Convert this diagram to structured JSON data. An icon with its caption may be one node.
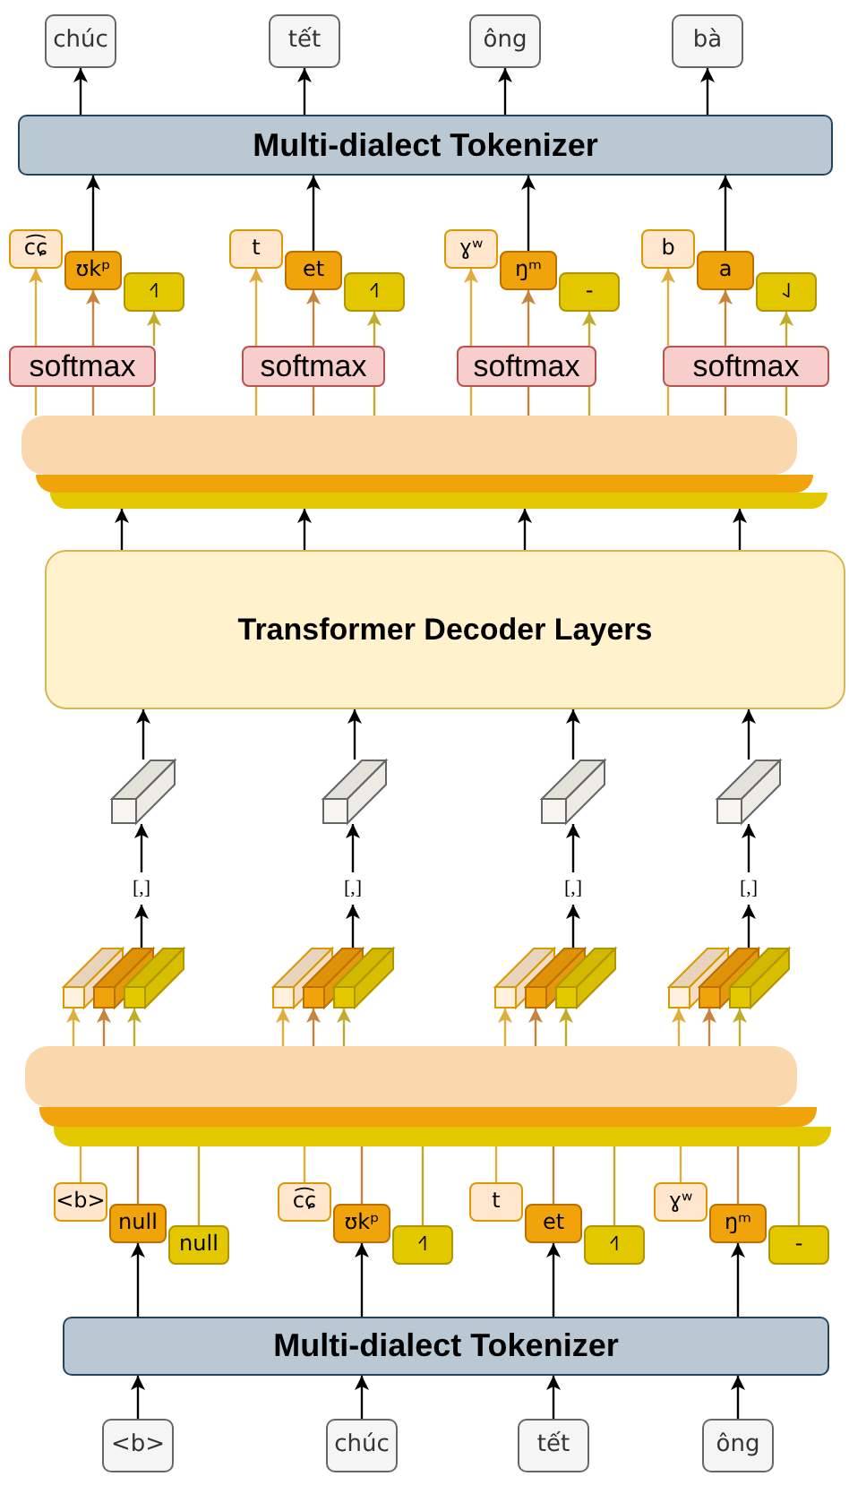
{
  "diagram": {
    "nodes": [
      {
        "text": [
          "chúc"
        ]
      },
      {
        "text": [
          "tết"
        ]
      },
      {
        "text": [
          "ông"
        ]
      },
      {
        "text": [
          "bà"
        ]
      },
      {
        "text": [
          "Multi-dialect Tokenizer"
        ]
      },
      {
        "text": [
          "c͡ɕ"
        ]
      },
      {
        "text": [
          "ʊkᵖ"
        ]
      },
      {
        "text": [
          "˧˥"
        ]
      },
      {
        "text": [
          "t"
        ]
      },
      {
        "text": [
          "et"
        ]
      },
      {
        "text": [
          "˧˥"
        ]
      },
      {
        "text": [
          "ɣʷ"
        ]
      },
      {
        "text": [
          "ŋᵐ"
        ]
      },
      {
        "text": [
          "-"
        ]
      },
      {
        "text": [
          "b"
        ]
      },
      {
        "text": [
          "a"
        ]
      },
      {
        "text": [
          "˨˩"
        ]
      },
      {
        "text": [
          "softmax"
        ]
      },
      {
        "text": [
          "softmax"
        ]
      },
      {
        "text": [
          "softmax"
        ]
      },
      {
        "text": [
          "softmax"
        ]
      },
      {
        "text": [],
        "shape": "bar"
      },
      {
        "text": [],
        "shape": "bar"
      },
      {
        "text": [],
        "shape": "bar"
      },
      {
        "text": [
          "Transformer Decoder Layers"
        ]
      },
      {
        "text": [],
        "shape": "box"
      },
      {
        "text": [],
        "shape": "box"
      },
      {
        "text": [],
        "shape": "box"
      },
      {
        "text": [],
        "shape": "box"
      },
      {
        "text": [
          "[,]"
        ]
      },
      {
        "text": [
          "[,]"
        ]
      },
      {
        "text": [
          "[,]"
        ]
      },
      {
        "text": [
          "[,]"
        ]
      },
      {
        "text": [],
        "shape": "box"
      },
      {
        "text": [],
        "shape": "box"
      },
      {
        "text": [],
        "shape": "box"
      },
      {
        "text": [],
        "shape": "box"
      },
      {
        "text": [],
        "shape": "box"
      },
      {
        "text": [],
        "shape": "box"
      },
      {
        "text": [],
        "shape": "box"
      },
      {
        "text": [],
        "shape": "box"
      },
      {
        "text": [],
        "shape": "box"
      },
      {
        "text": [],
        "shape": "box"
      },
      {
        "text": [],
        "shape": "box"
      },
      {
        "text": [],
        "shape": "box"
      },
      {
        "text": [],
        "shape": "bar"
      },
      {
        "text": [],
        "shape": "bar"
      },
      {
        "text": [],
        "shape": "bar"
      },
      {
        "text": [
          "<b>"
        ]
      },
      {
        "text": [
          "null"
        ]
      },
      {
        "text": [
          "null"
        ]
      },
      {
        "text": [
          "c͡ɕ"
        ]
      },
      {
        "text": [
          "ʊkᵖ"
        ]
      },
      {
        "text": [
          "˧˥"
        ]
      },
      {
        "text": [
          "t"
        ]
      },
      {
        "text": [
          "et"
        ]
      },
      {
        "text": [
          "˧˥"
        ]
      },
      {
        "text": [
          "ɣʷ"
        ]
      },
      {
        "text": [
          "ŋᵐ"
        ]
      },
      {
        "text": [
          "-"
        ]
      },
      {
        "text": [
          "Multi-dialect Tokenizer"
        ]
      },
      {
        "text": [
          "<b>"
        ]
      },
      {
        "text": [
          "chúc"
        ]
      },
      {
        "text": [
          "tết"
        ]
      },
      {
        "text": [
          "ông"
        ]
      }
    ],
    "edges": [
      {
        "from": 61,
        "to": 60,
        "arrow": "to"
      },
      {
        "from": 62,
        "to": 60,
        "arrow": "to"
      },
      {
        "from": 63,
        "to": 60,
        "arrow": "to"
      },
      {
        "from": 64,
        "to": 60,
        "arrow": "to"
      },
      {
        "from": 60,
        "to": 49,
        "arrow": "to"
      },
      {
        "from": 60,
        "to": 52,
        "arrow": "to"
      },
      {
        "from": 60,
        "to": 55,
        "arrow": "to"
      },
      {
        "from": 60,
        "to": 58,
        "arrow": "to"
      },
      {
        "from": 48,
        "to": 47,
        "arrow": "none",
        "color": "#e0ac3c"
      },
      {
        "from": 49,
        "to": 47,
        "arrow": "none",
        "color": "#c8843c"
      },
      {
        "from": 50,
        "to": 47,
        "arrow": "none",
        "color": "#c2ab2a"
      },
      {
        "from": 51,
        "to": 47,
        "arrow": "none",
        "color": "#e0ac3c"
      },
      {
        "from": 52,
        "to": 47,
        "arrow": "none",
        "color": "#c8843c"
      },
      {
        "from": 53,
        "to": 47,
        "arrow": "none",
        "color": "#c2ab2a"
      },
      {
        "from": 54,
        "to": 47,
        "arrow": "none",
        "color": "#e0ac3c"
      },
      {
        "from": 55,
        "to": 47,
        "arrow": "none",
        "color": "#c8843c"
      },
      {
        "from": 56,
        "to": 47,
        "arrow": "none",
        "color": "#c2ab2a"
      },
      {
        "from": 57,
        "to": 47,
        "arrow": "none",
        "color": "#e0ac3c"
      },
      {
        "from": 58,
        "to": 47,
        "arrow": "none",
        "color": "#c8843c"
      },
      {
        "from": 59,
        "to": 47,
        "arrow": "none",
        "color": "#c2ab2a"
      },
      {
        "from": 45,
        "to": 33,
        "arrow": "to",
        "color": "#e0ac3c"
      },
      {
        "from": 45,
        "to": 34,
        "arrow": "to",
        "color": "#c8843c"
      },
      {
        "from": 45,
        "to": 35,
        "arrow": "to",
        "color": "#c2ab2a"
      },
      {
        "from": 45,
        "to": 36,
        "arrow": "to",
        "color": "#e0ac3c"
      },
      {
        "from": 45,
        "to": 37,
        "arrow": "to",
        "color": "#c8843c"
      },
      {
        "from": 45,
        "to": 38,
        "arrow": "to",
        "color": "#c2ab2a"
      },
      {
        "from": 45,
        "to": 39,
        "arrow": "to",
        "color": "#e0ac3c"
      },
      {
        "from": 45,
        "to": 40,
        "arrow": "to",
        "color": "#c8843c"
      },
      {
        "from": 45,
        "to": 41,
        "arrow": "to",
        "color": "#c2ab2a"
      },
      {
        "from": 45,
        "to": 42,
        "arrow": "to",
        "color": "#e0ac3c"
      },
      {
        "from": 45,
        "to": 43,
        "arrow": "to",
        "color": "#c8843c"
      },
      {
        "from": 45,
        "to": 44,
        "arrow": "to",
        "color": "#c2ab2a"
      },
      {
        "from": 34,
        "to": 29,
        "arrow": "to"
      },
      {
        "from": 37,
        "to": 30,
        "arrow": "to"
      },
      {
        "from": 40,
        "to": 31,
        "arrow": "to"
      },
      {
        "from": 43,
        "to": 32,
        "arrow": "to"
      },
      {
        "from": 29,
        "to": 25,
        "arrow": "to"
      },
      {
        "from": 30,
        "to": 26,
        "arrow": "to"
      },
      {
        "from": 31,
        "to": 27,
        "arrow": "to"
      },
      {
        "from": 32,
        "to": 28,
        "arrow": "to"
      },
      {
        "from": 25,
        "to": 24,
        "arrow": "to"
      },
      {
        "from": 26,
        "to": 24,
        "arrow": "to"
      },
      {
        "from": 27,
        "to": 24,
        "arrow": "to"
      },
      {
        "from": 28,
        "to": 24,
        "arrow": "to"
      },
      {
        "from": 24,
        "to": 23,
        "arrow": "to"
      },
      {
        "from": 24,
        "to": 23,
        "arrow": "to"
      },
      {
        "from": 24,
        "to": 23,
        "arrow": "to"
      },
      {
        "from": 24,
        "to": 23,
        "arrow": "to"
      },
      {
        "from": 21,
        "to": 17,
        "arrow": "none",
        "color": "#e0ac3c"
      },
      {
        "from": 21,
        "to": 17,
        "arrow": "none",
        "color": "#c8843c"
      },
      {
        "from": 21,
        "to": 17,
        "arrow": "none",
        "color": "#c2ab2a"
      },
      {
        "from": 21,
        "to": 18,
        "arrow": "none",
        "color": "#e0ac3c"
      },
      {
        "from": 21,
        "to": 18,
        "arrow": "none",
        "color": "#c8843c"
      },
      {
        "from": 21,
        "to": 18,
        "arrow": "none",
        "color": "#c2ab2a"
      },
      {
        "from": 21,
        "to": 19,
        "arrow": "none",
        "color": "#e0ac3c"
      },
      {
        "from": 21,
        "to": 19,
        "arrow": "none",
        "color": "#c8843c"
      },
      {
        "from": 21,
        "to": 19,
        "arrow": "none",
        "color": "#c2ab2a"
      },
      {
        "from": 21,
        "to": 20,
        "arrow": "none",
        "color": "#e0ac3c"
      },
      {
        "from": 21,
        "to": 20,
        "arrow": "none",
        "color": "#c8843c"
      },
      {
        "from": 21,
        "to": 20,
        "arrow": "none",
        "color": "#c2ab2a"
      },
      {
        "from": 17,
        "to": 5,
        "arrow": "to",
        "color": "#e0ac3c"
      },
      {
        "from": 17,
        "to": 6,
        "arrow": "to",
        "color": "#c8843c"
      },
      {
        "from": 17,
        "to": 7,
        "arrow": "to",
        "color": "#c2ab2a"
      },
      {
        "from": 18,
        "to": 8,
        "arrow": "to",
        "color": "#e0ac3c"
      },
      {
        "from": 18,
        "to": 9,
        "arrow": "to",
        "color": "#c8843c"
      },
      {
        "from": 18,
        "to": 10,
        "arrow": "to",
        "color": "#c2ab2a"
      },
      {
        "from": 19,
        "to": 11,
        "arrow": "to",
        "color": "#e0ac3c"
      },
      {
        "from": 19,
        "to": 12,
        "arrow": "to",
        "color": "#c8843c"
      },
      {
        "from": 19,
        "to": 13,
        "arrow": "to",
        "color": "#c2ab2a"
      },
      {
        "from": 20,
        "to": 14,
        "arrow": "to",
        "color": "#e0ac3c"
      },
      {
        "from": 20,
        "to": 15,
        "arrow": "to",
        "color": "#c8843c"
      },
      {
        "from": 20,
        "to": 16,
        "arrow": "to",
        "color": "#c2ab2a"
      },
      {
        "from": 6,
        "to": 4,
        "arrow": "to"
      },
      {
        "from": 9,
        "to": 4,
        "arrow": "to"
      },
      {
        "from": 12,
        "to": 4,
        "arrow": "to"
      },
      {
        "from": 15,
        "to": 4,
        "arrow": "to"
      },
      {
        "from": 4,
        "to": 0,
        "arrow": "to"
      },
      {
        "from": 4,
        "to": 1,
        "arrow": "to"
      },
      {
        "from": 4,
        "to": 2,
        "arrow": "to"
      },
      {
        "from": 4,
        "to": 3,
        "arrow": "to"
      }
    ]
  }
}
